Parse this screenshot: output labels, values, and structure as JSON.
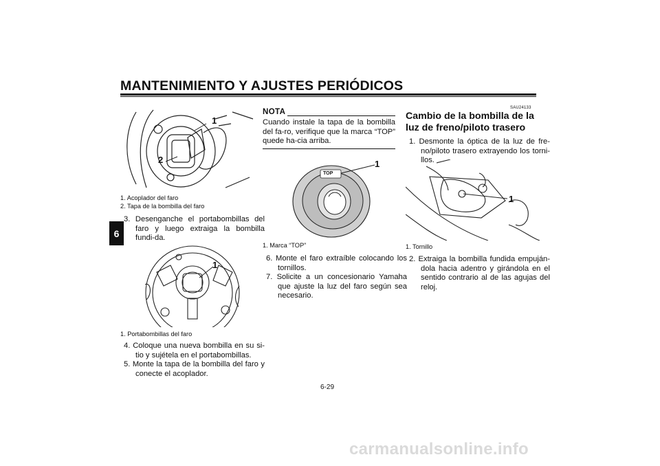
{
  "header": {
    "title": "MANTENIMIENTO Y AJUSTES PERIÓDICOS"
  },
  "chapter_tab": "6",
  "page_number": "6-29",
  "watermark": "carmanualsonline.info",
  "left_column": {
    "figure1": {
      "callouts": [
        "1",
        "2"
      ],
      "captions": [
        "1.  Acoplador del faro",
        "2.  Tapa de la bombilla del faro"
      ]
    },
    "step3": "3.  Desenganche el portabombillas del faro y luego extraiga la bombilla fundi-da.",
    "figure2": {
      "callouts": [
        "1"
      ],
      "captions": [
        "1.  Portabombillas del faro"
      ]
    },
    "step4": "4.  Coloque una nueva bombilla en su si-tio y sujétela en el portabombillas.",
    "step5": "5.  Monte la tapa de la bombilla del faro y conecte el acoplador."
  },
  "middle_column": {
    "nota_label": "NOTA",
    "nota_text": "Cuando instale la tapa de la bombilla del fa-ro, verifique que la marca “TOP” quede ha-cia arriba.",
    "figure3": {
      "callouts": [
        "1"
      ],
      "top_mark": "TOP",
      "captions": [
        "1.  Marca “TOP”"
      ]
    },
    "step6": "6.  Monte el faro extraíble colocando los tornillos.",
    "step7": "7.  Solicite a un concesionario Yamaha que ajuste la luz del faro según sea necesario."
  },
  "right_column": {
    "code": "SAU24133",
    "section_title": "Cambio de la bombilla de la luz de freno/piloto trasero",
    "step1": "1.  Desmonte la óptica de la luz de fre-no/piloto trasero extrayendo los torni-llos.",
    "figure4": {
      "callouts": [
        "1"
      ],
      "captions": [
        "1.  Tornillo"
      ]
    },
    "step2": "2.  Extraiga la bombilla fundida empuján-dola hacia adentro y girándola en el sentido contrario al de las agujas del reloj."
  }
}
